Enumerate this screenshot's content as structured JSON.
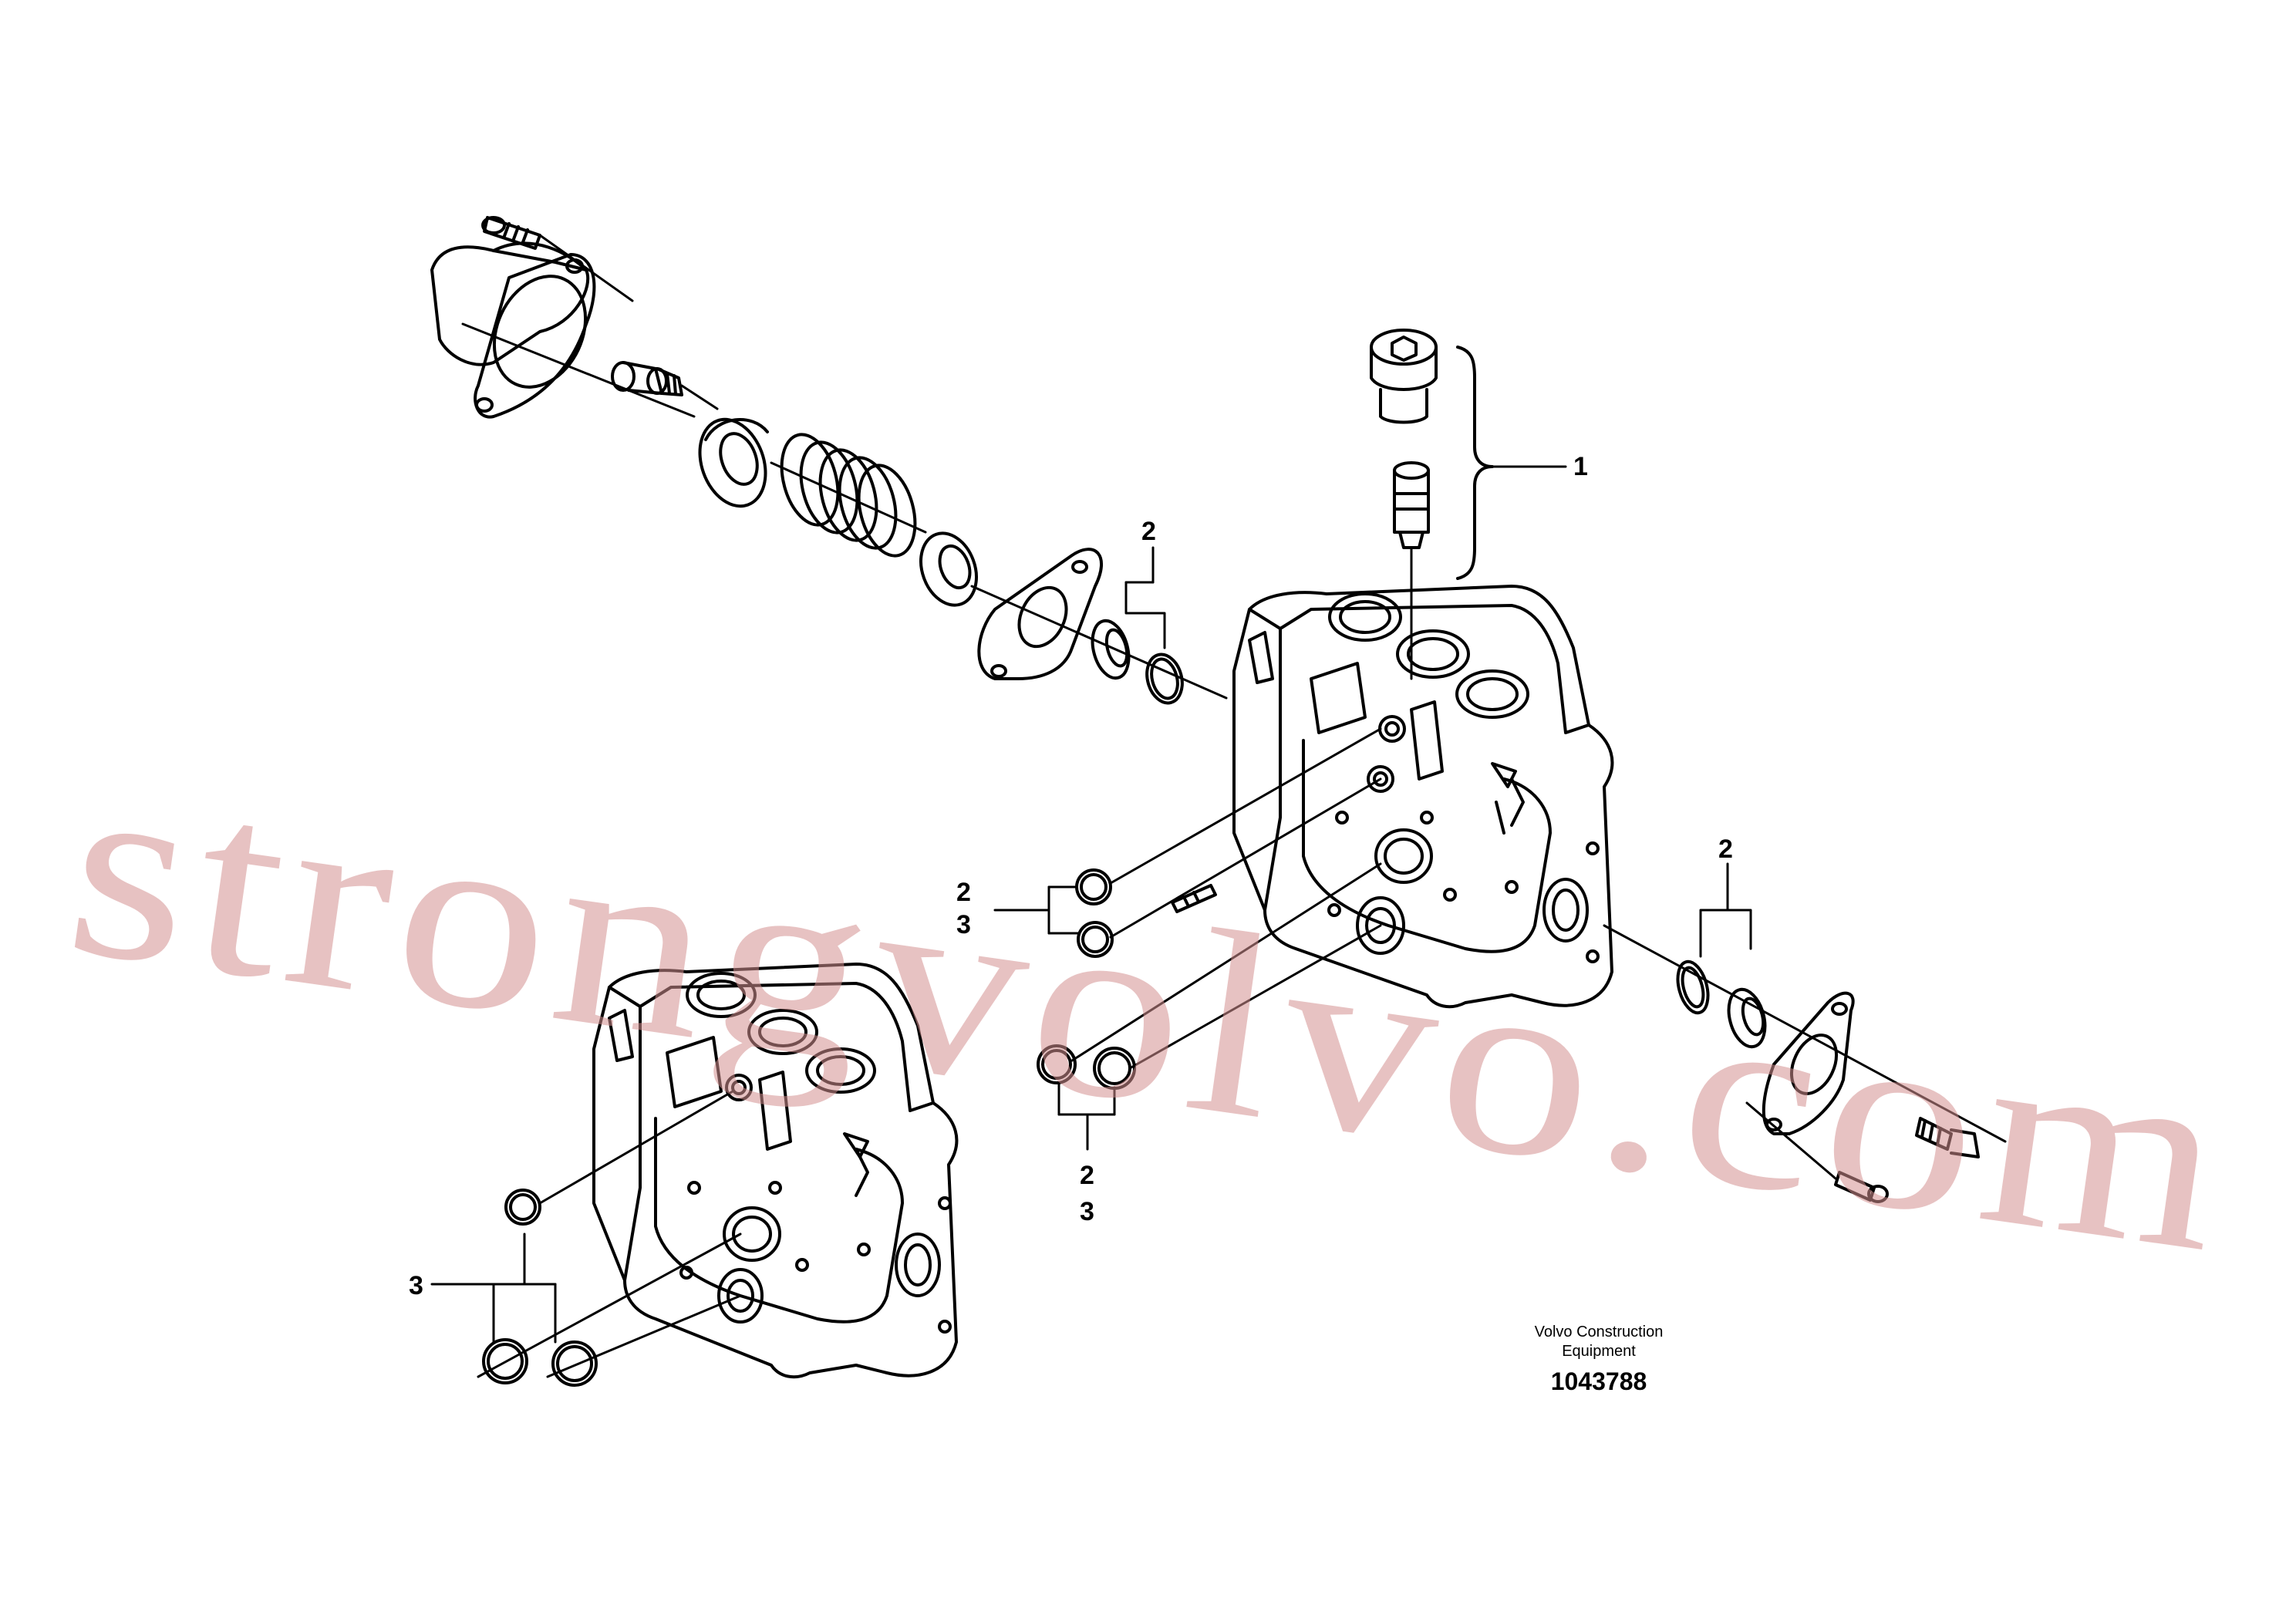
{
  "callouts": {
    "c1": "1",
    "c2_top": "2",
    "c2_left": "2",
    "c3_left": "3",
    "c2_bottom": "2",
    "c3_bottom": "3",
    "c2_right": "2",
    "c3_lowerleft": "3"
  },
  "footer": {
    "credit_line1": "Volvo Construction",
    "credit_line2": "Equipment",
    "part_number": "1043788"
  },
  "watermark": "strongvolvo.com",
  "colors": {
    "line": "#000000",
    "watermark": "#d48f8f",
    "background": "#ffffff"
  }
}
